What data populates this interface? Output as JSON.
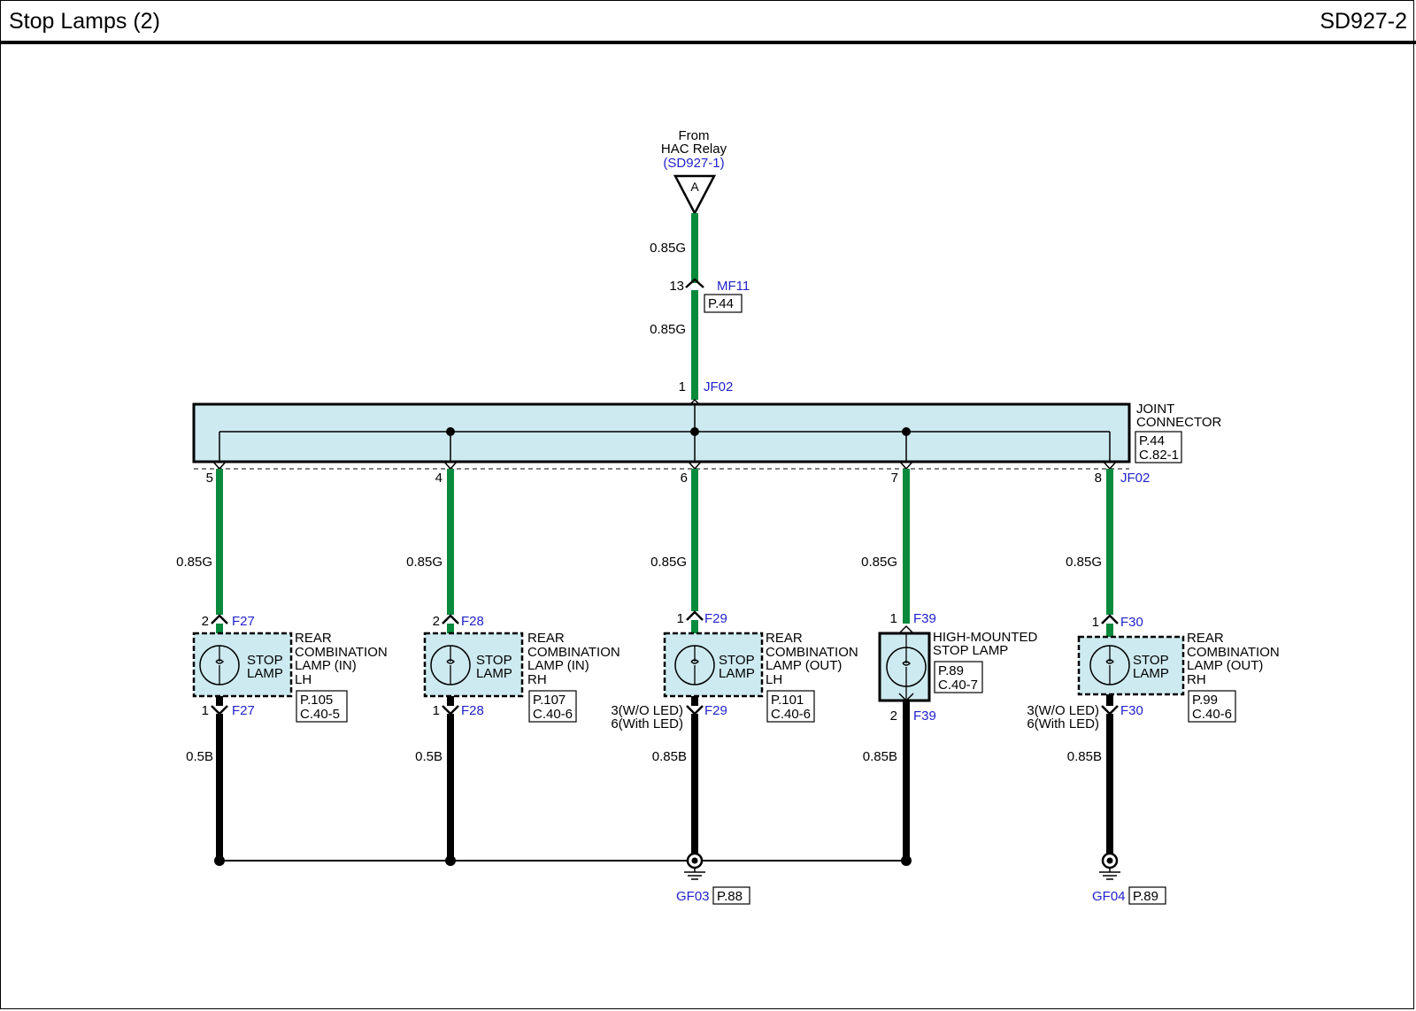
{
  "header": {
    "title": "Stop Lamps (2)",
    "code": "SD927-2"
  },
  "source": {
    "line1": "From",
    "line2": "HAC Relay",
    "ref": "(SD927-1)",
    "letter": "A"
  },
  "trunk": {
    "wire_top": "0.85G",
    "wire_mid": "0.85G",
    "mf_pin": "13",
    "mf_name": "MF11",
    "mf_page": "P.44",
    "jf_pin": "1",
    "jf_name": "JF02"
  },
  "joint": {
    "line1": "JOINT",
    "line2": "CONNECTOR",
    "page": "P.44",
    "conn": "C.82-1",
    "jf_name": "JF02"
  },
  "branches": [
    {
      "pin": "5",
      "wire": "0.85G",
      "top_pin": "2",
      "top_conn": "F27",
      "lamp1": "STOP",
      "lamp2": "LAMP",
      "desc": [
        "REAR",
        "COMBINATION",
        "LAMP (IN)",
        "LH"
      ],
      "page": "P.105",
      "conn": "C.40-5",
      "bot_pin": [
        "1"
      ],
      "bot_conn": "F27",
      "gwire": "0.5B"
    },
    {
      "pin": "4",
      "wire": "0.85G",
      "top_pin": "2",
      "top_conn": "F28",
      "lamp1": "STOP",
      "lamp2": "LAMP",
      "desc": [
        "REAR",
        "COMBINATION",
        "LAMP (IN)",
        "RH"
      ],
      "page": "P.107",
      "conn": "C.40-6",
      "bot_pin": [
        "1"
      ],
      "bot_conn": "F28",
      "gwire": "0.5B"
    },
    {
      "pin": "6",
      "wire": "0.85G",
      "top_pin": "1",
      "top_conn": "F29",
      "lamp1": "STOP",
      "lamp2": "LAMP",
      "desc": [
        "REAR",
        "COMBINATION",
        "LAMP (OUT)",
        "LH"
      ],
      "page": "P.101",
      "conn": "C.40-6",
      "bot_pin": [
        "3(W/O LED)",
        "6(With LED)"
      ],
      "bot_conn": "F29",
      "gwire": "0.85B"
    },
    {
      "pin": "7",
      "wire": "0.85G",
      "top_pin": "1",
      "top_conn": "F39",
      "desc": [
        "HIGH-MOUNTED",
        "STOP LAMP"
      ],
      "page": "P.89",
      "conn": "C.40-7",
      "bot_pin": [
        "2"
      ],
      "bot_conn": "F39",
      "gwire": "0.85B"
    },
    {
      "pin": "8",
      "wire": "0.85G",
      "top_pin": "1",
      "top_conn": "F30",
      "lamp1": "STOP",
      "lamp2": "LAMP",
      "desc": [
        "REAR",
        "COMBINATION",
        "LAMP (OUT)",
        "RH"
      ],
      "page": "P.99",
      "conn": "C.40-6",
      "bot_pin": [
        "3(W/O LED)",
        "6(With LED)"
      ],
      "bot_conn": "F30",
      "gwire": "0.85B"
    }
  ],
  "grounds": [
    {
      "name": "GF03",
      "page": "P.88"
    },
    {
      "name": "GF04",
      "page": "P.89"
    }
  ],
  "colors": {
    "green_wire": "#0a8a3c",
    "black_wire": "#000000",
    "connector_fill": "#cdeaf0",
    "ref_blue": "#2222cc"
  }
}
